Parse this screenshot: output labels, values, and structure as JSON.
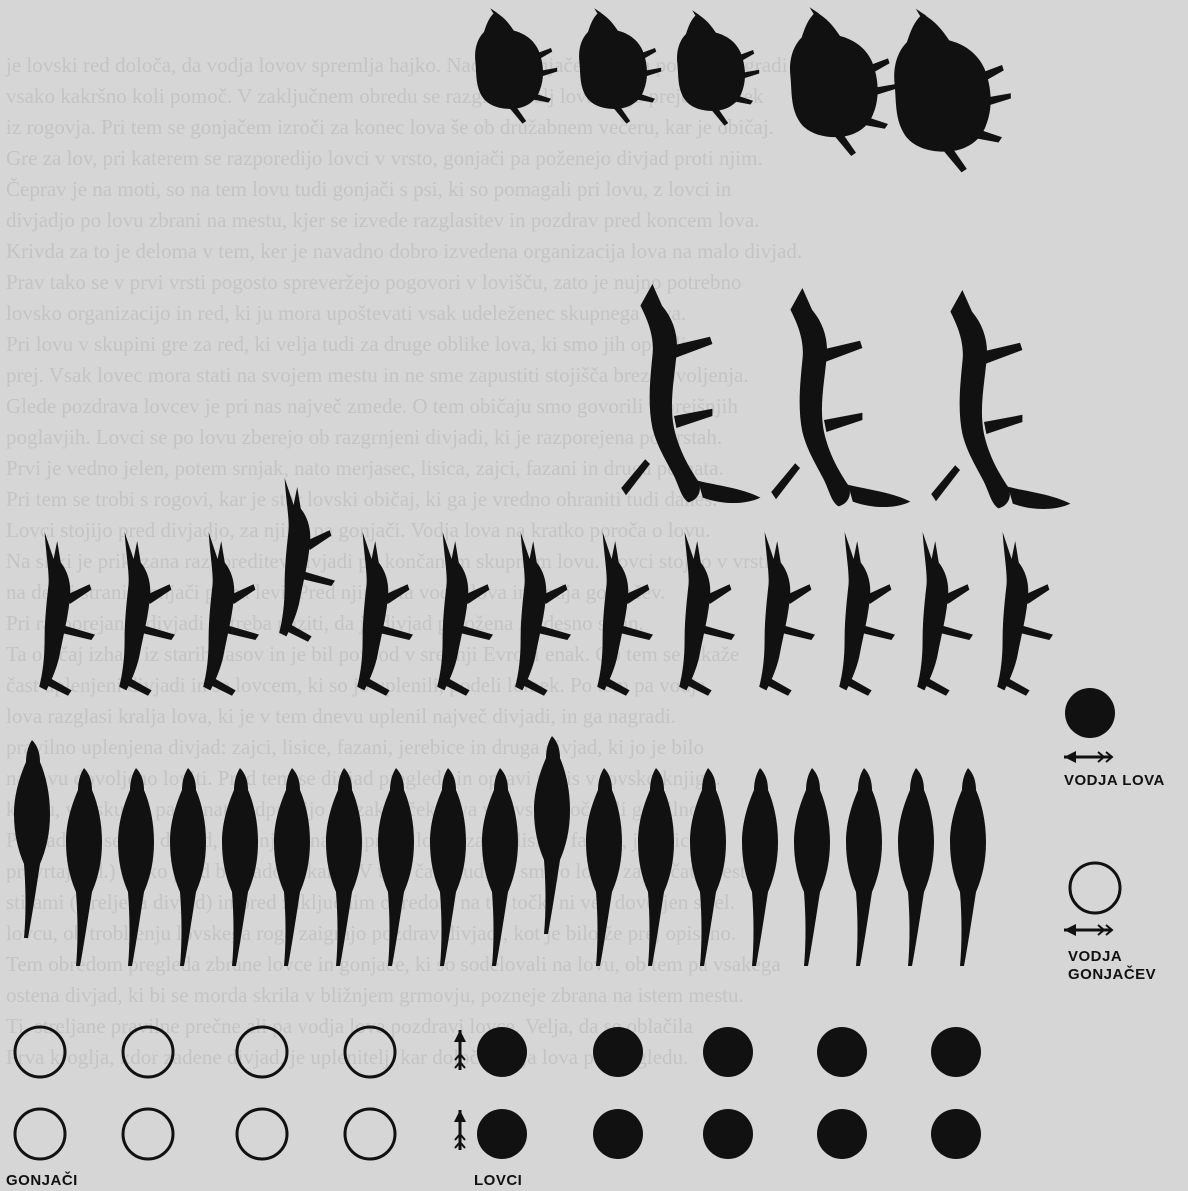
{
  "legend": {
    "leader_label": "VODJA LOVA",
    "beaters_leader_label": "VODJA GONJAČEV"
  },
  "labels": {
    "beaters": "GONJAČI",
    "hunters": "LOVCI"
  },
  "background_text": [
    "je lovski red določa, da vodja lovov spremlja hajko. Nadalje gonjače lovodja po lovu nagradi za",
    "vsako kakršno koli pomoč. V zaključnem obredu se razglasi kralj lova, ki je prejel napitek",
    "iz rogovja. Pri tem se gonjačem izroči za konec lova še ob družabnem večeru, kar je običaj.",
    "Gre za lov, pri katerem se razporedijo lovci v vrsto, gonjači pa poženejo divjad proti njim.",
    "Čeprav je na moti, so na tem lovu tudi gonjači s psi, ki so pomagali pri lovu, z lovci in",
    "divjadjo po lovu zbrani na mestu, kjer se izvede razglasitev in pozdrav pred koncem lova.",
    "Krivda za to je deloma v tem, ker je navadno dobro izvedena organizacija lova na malo divjad.",
    "Prav tako se v prvi vrsti pogosto spreveržejo pogovori v lovišču, zato je nujno potrebno",
    "lovsko organizacijo in red, ki ju mora upoštevati vsak udeleženec skupnega lova.",
    "Pri lovu v skupini gre za red, ki velja tudi za druge oblike lova, ki smo jih opisali",
    "prej. Vsak lovec mora stati na svojem mestu in ne sme zapustiti stojišča brez dovoljenja.",
    "Glede pozdrava lovcev je pri nas največ zmede. O tem običaju smo govorili v prejšnjih",
    "poglavjih. Lovci se po lovu zberejo ob razgrnjeni divjadi, ki je razporejena po vrstah.",
    "Prvi je vedno jelen, potem srnjak, nato merjasec, lisica, zajci, fazani in druga pernata.",
    "Pri tem se trobi s rogovi, kar je star lovski običaj, ki ga je vredno ohraniti tudi danes.",
    "Lovci stojijo pred divjadjo, za njimi pa gonjači. Vodja lova na kratko poroča o lovu.",
    "Na sliki je prikazana razporeditev divjadi po končanem skupnem lovu. Lovci stojijo v vrsti",
    "na desni strani, gonjači pa na levi. Pred njimi sta vodja lova in vodja gonjačev.",
    "Pri razporejanju divjadi je treba paziti, da je divjad položena na desno stran.",
    "Ta običaj izhaja iz starih časov in je bil povsod v srednji Evropi enak. Ob tem se izkaže",
    "čast uplenjeni divjadi in se lovcem, ki so jo uplenili, podeli lomek. Po tem pa vodja",
    "lova razglasi kralja lova, ki je v tem dnevu uplenil največ divjadi, in ga nagradi.",
    "pravilno uplenjena divjad: zajci, lisice, fazani, jerebice in druga divjad, ki jo je bilo",
    "na lovu dovoljeno loviti. Pred tem se divjad pregleda in opravi zapis v lovsko knjigo.",
    "krogu, vsi skupaj pa se nato odpravijo na zaključek lova v lovsko kočo ali gostilno.",
    "Po tradiciji se vsa divjad, uplenjena na skupnem lovu (zajci, lisice, fazani, jerebice,",
    "prevrtaj ipd.) lahko pred brakado zakanu. V tem času tudi ne smejo lovci zapuščati mesta.",
    "stirami (streljena divjad) in pred zaključnim obredom na tej točki ni več dovoljen strel.",
    "lovcu, ob trobljenju lovskega roga zaigrajo pozdrav divjadi, kot je bilo že prej opisano.",
    "Tem obredom pregleda zbrane lovce in gonjače, ki so sodelovali na lovu, ob tem pa vsakega",
    "ostena divjad, ki bi se morda skrila v bližnjem grmovju, pozneje zbrana na istem mestu.",
    "Ti, streljane pravilne prečne ali pa vodja lova pozdravi lovce. Velja, da se oblačila",
    "Prva kroglja, kdor zadene divjad, je uplenitelj, kar določi vodja lova po pregledu."
  ],
  "counts": {
    "boars": 5,
    "foxes": 3,
    "hares": 13,
    "pheasants": 19,
    "hunters_per_row": 5,
    "beaters_per_row": 4
  },
  "colors": {
    "ink": "#111111",
    "paper": "#d6d6d6"
  }
}
